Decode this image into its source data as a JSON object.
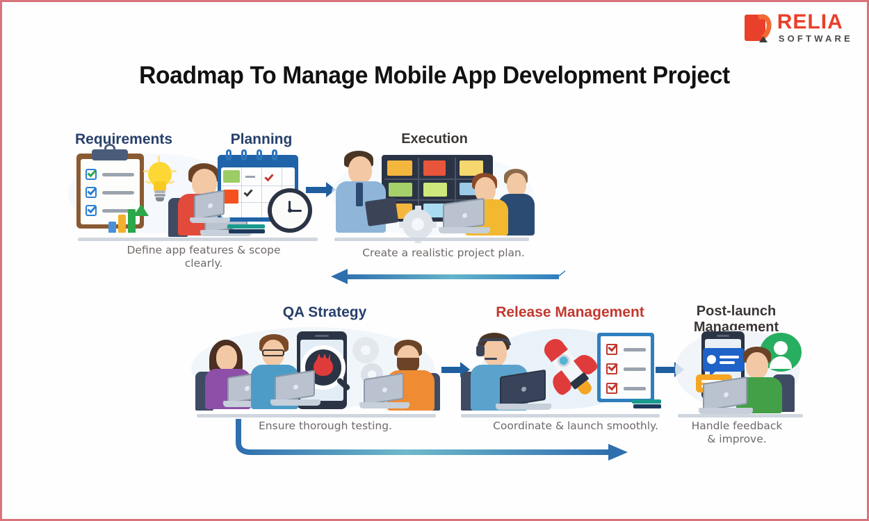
{
  "brand": {
    "name": "RELIA",
    "subtitle": "SOFTWARE",
    "primary_color": "#e8402a",
    "secondary_color": "#f26a33"
  },
  "page": {
    "title": "Roadmap To Manage Mobile App Development Project",
    "background_color": "#ffffff",
    "border_color": "#d9737c"
  },
  "steps": [
    {
      "id": "requirements",
      "index": 1,
      "heading": "Requirements",
      "heading_color": "#27406b",
      "caption": "Define app features & scope clearly.",
      "icons": [
        "clipboard-checklist-icon",
        "lightbulb-icon",
        "bar-chart-icon",
        "person-at-laptop-icon"
      ]
    },
    {
      "id": "planning",
      "index": 2,
      "heading": "Planning",
      "heading_color": "#27406b",
      "caption": "",
      "icons": [
        "calendar-icon",
        "sticky-note-icon",
        "clock-icon",
        "books-icon"
      ]
    },
    {
      "id": "execution",
      "index": 3,
      "heading": "Execution",
      "heading_color": "#3b3735",
      "caption": "Create a realistic project plan.",
      "icons": [
        "kanban-board-icon",
        "gear-icon",
        "presenter-with-tablet-icon",
        "team-at-laptop-icon"
      ]
    },
    {
      "id": "qa-strategy",
      "index": 4,
      "heading": "QA Strategy",
      "heading_color": "#27406b",
      "caption": "Ensure thorough testing.",
      "icons": [
        "smartphone-icon",
        "magnifier-icon",
        "bug-icon",
        "gear-icon",
        "team-at-laptops-icon"
      ]
    },
    {
      "id": "release-management",
      "index": 5,
      "heading": "Release Management",
      "heading_color": "#c0392f",
      "caption": "Coordinate & launch smoothly.",
      "icons": [
        "rocket-icon",
        "checklist-icon",
        "headset-agent-icon",
        "books-icon"
      ]
    },
    {
      "id": "post-launch-management",
      "index": 6,
      "heading_line1": "Post-launch",
      "heading_line2": "Management",
      "heading_color": "#3b3735",
      "caption_line1": "Handle feedback",
      "caption_line2": "& improve.",
      "icons": [
        "smartphone-icon",
        "chat-bubble-icon",
        "user-avatar-bubble-icon",
        "person-at-laptop-icon"
      ]
    }
  ],
  "connectors": [
    {
      "id": "arrow-planning-to-execution",
      "type": "arrow-right",
      "color": "#1f5fa0"
    },
    {
      "id": "arrow-execution-to-qa",
      "type": "arrow-left-long",
      "color": "#2f7fbf"
    },
    {
      "id": "arrow-qa-to-release",
      "type": "arrow-right",
      "color": "#1f5fa0"
    },
    {
      "id": "arrow-release-to-postlaunch",
      "type": "arrow-right",
      "color": "#1f5fa0"
    },
    {
      "id": "arrow-bottom-loop",
      "type": "arrow-right-long",
      "color": "#2f7fbf"
    }
  ]
}
